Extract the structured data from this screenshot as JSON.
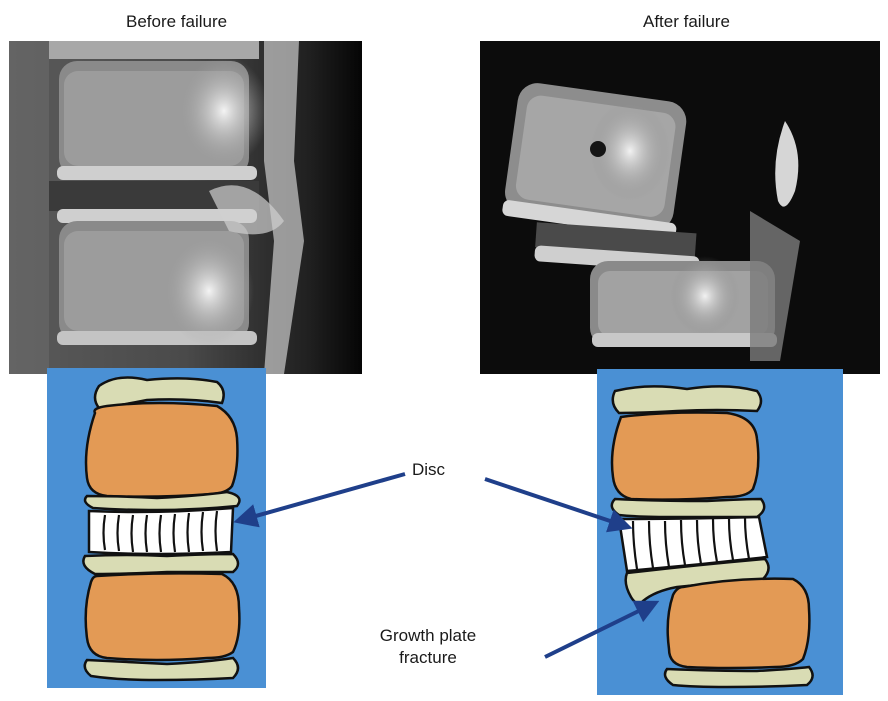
{
  "captions": {
    "before": "Before failure",
    "after": "After failure"
  },
  "labels": {
    "disc": "Disc",
    "fracture": "Growth plate fracture"
  },
  "colors": {
    "schematic_bg": "#4a90d4",
    "vertebral_body": "#e39a55",
    "growth_plate": "#d9dcb4",
    "disc": "#ffffff",
    "arrow": "#1f3f8a"
  }
}
